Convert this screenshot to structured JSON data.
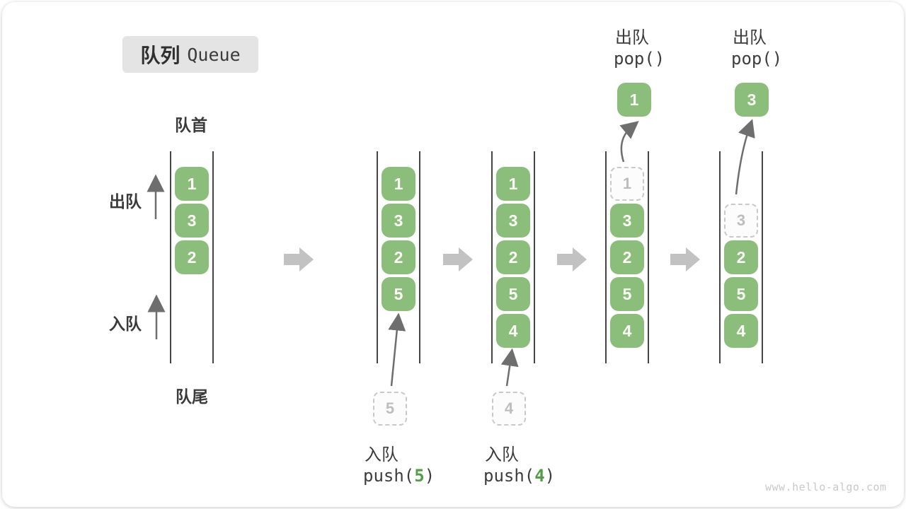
{
  "title": {
    "zh": "队列",
    "en": "Queue"
  },
  "labels": {
    "front": "队首",
    "rear": "队尾",
    "dequeue_side": "出队",
    "enqueue_side": "入队"
  },
  "stages": [
    {
      "boxes": [
        "1",
        "3",
        "2"
      ]
    },
    {
      "boxes": [
        "1",
        "3",
        "2",
        "5"
      ],
      "ghost_below": "5",
      "enqueue": {
        "action": "入队",
        "code_pre": "push(",
        "arg": "5",
        "code_post": ")"
      }
    },
    {
      "boxes": [
        "1",
        "3",
        "2",
        "5",
        "4"
      ],
      "ghost_below": "4",
      "enqueue": {
        "action": "入队",
        "code_pre": "push(",
        "arg": "4",
        "code_post": ")"
      }
    },
    {
      "ghost_top": "1",
      "boxes": [
        "3",
        "2",
        "5",
        "4"
      ],
      "dequeue": {
        "action": "出队",
        "code": "pop()",
        "value": "1"
      }
    },
    {
      "ghost_mid": "3",
      "boxes": [
        "2",
        "5",
        "4"
      ],
      "dequeue": {
        "action": "出队",
        "code": "pop()",
        "value": "3"
      }
    }
  ],
  "watermark": "www.hello-algo.com",
  "colors": {
    "box_green": "#8bbe7b",
    "box_text": "#fdfdf8",
    "arg_green": "#519e46",
    "rail": "#454545",
    "thin_arrow": "#6e6e6e",
    "block_arrow": "#c2c2c2",
    "ghost_border": "#c9c9c9",
    "ghost_text": "#bdbdbd",
    "title_bg": "#e4e4e4",
    "text": "#3b3b3b",
    "watermark": "#c9c9c9"
  }
}
